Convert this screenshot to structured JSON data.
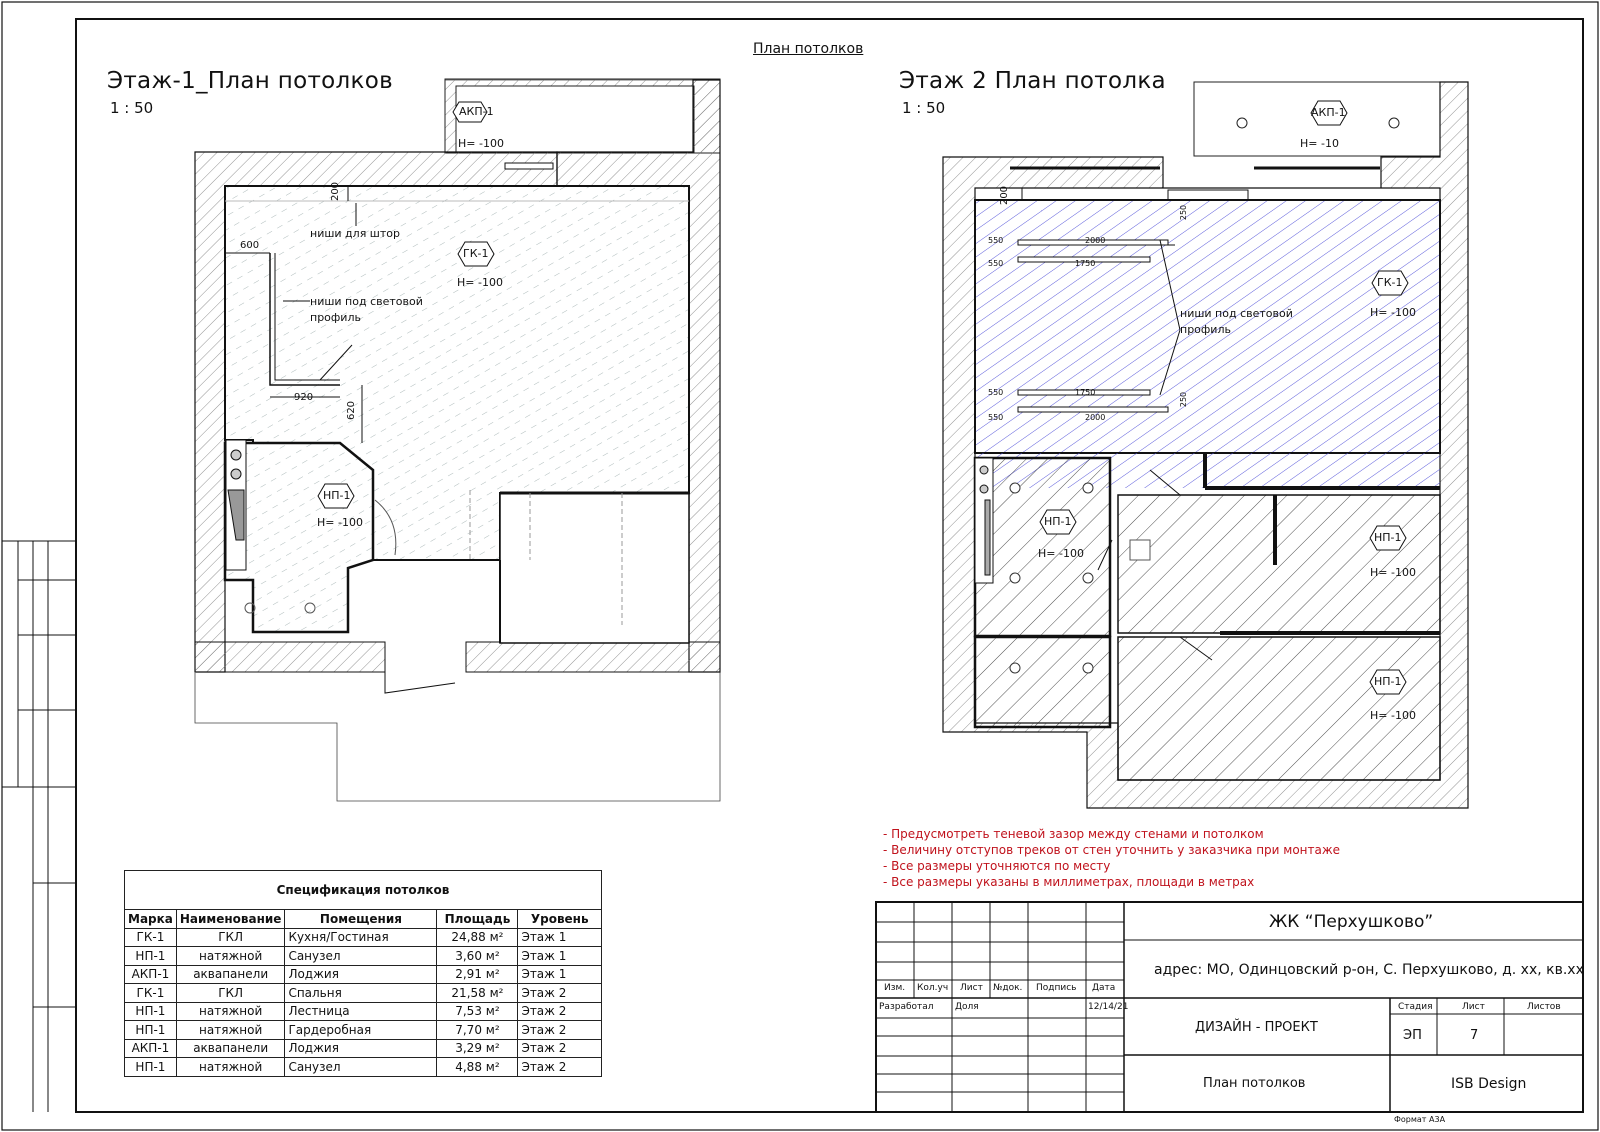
{
  "sheet_heading": "План потолков",
  "plan1": {
    "title": "Этаж-1_План потолков",
    "scale": "1 : 50",
    "labels": [
      {
        "id": "akp1",
        "tag": "АКП-1",
        "level": "Н= -100"
      },
      {
        "id": "gk1",
        "tag": "ГК-1",
        "level": "Н= -100"
      },
      {
        "id": "np1",
        "tag": "НП-1",
        "level": "Н= -100"
      }
    ],
    "annotations": {
      "curtain_niche": "ниши для штор",
      "light_niche_1": "ниши под световой",
      "light_niche_2": "профиль"
    },
    "dims": {
      "d200": "200",
      "d600": "600",
      "d920": "920",
      "d620": "620"
    }
  },
  "plan2": {
    "title": "Этаж 2 План потолка",
    "scale": "1 : 50",
    "labels": [
      {
        "id": "akp1",
        "tag": "АКП-1",
        "level": "Н= -10"
      },
      {
        "id": "gk1",
        "tag": "ГК-1",
        "level": "Н= -100"
      },
      {
        "id": "np1a",
        "tag": "НП-1",
        "level": "Н= -100"
      },
      {
        "id": "np1b",
        "tag": "НП-1",
        "level": "Н= -100"
      },
      {
        "id": "np1c",
        "tag": "НП-1",
        "level": "Н= -100"
      }
    ],
    "annotations": {
      "light_niche_1": "ниши под световой",
      "light_niche_2": "профиль"
    },
    "dims": {
      "d200": "200",
      "d550": "550",
      "d2000": "2000",
      "d1750": "1750",
      "d250": "250"
    }
  },
  "notes": [
    "- Предусмотреть теневой зазор между стенами и потолком",
    "- Величину отступов треков от стен уточнить у заказчика при монтаже",
    "- Все размеры уточняются по месту",
    "- Все размеры указаны в миллиметрах, площади в метрах"
  ],
  "spec_table": {
    "title": "Спецификация потолков",
    "headers": [
      "Марка",
      "Наименование",
      "Помещения",
      "Площадь",
      "Уровень"
    ],
    "rows": [
      [
        "ГК-1",
        "ГКЛ",
        "Кухня/Гостиная",
        "24,88 м²",
        "Этаж 1"
      ],
      [
        "НП-1",
        "натяжной",
        "Санузел",
        "3,60 м²",
        "Этаж 1"
      ],
      [
        "АКП-1",
        "аквапанели",
        "Лоджия",
        "2,91 м²",
        "Этаж 1"
      ],
      [
        "ГК-1",
        "ГКЛ",
        "Спальня",
        "21,58 м²",
        "Этаж 2"
      ],
      [
        "НП-1",
        "натяжной",
        "Лестница",
        "7,53 м²",
        "Этаж 2"
      ],
      [
        "НП-1",
        "натяжной",
        "Гардеробная",
        "7,70 м²",
        "Этаж 2"
      ],
      [
        "АКП-1",
        "аквапанели",
        "Лоджия",
        "3,29 м²",
        "Этаж 2"
      ],
      [
        "НП-1",
        "натяжной",
        "Санузел",
        "4,88 м²",
        "Этаж 2"
      ]
    ]
  },
  "title_block": {
    "project": "ЖК “Перхушково”",
    "address": "адрес: МО, Одинцовский р-он, С. Перхушково, д. хх, кв.хх",
    "cols": [
      "Изм.",
      "Кол.уч",
      "Лист",
      "№док.",
      "Подпись",
      "Дата"
    ],
    "developed_label": "Разработал",
    "developer": "Доля",
    "date": "12/14/21",
    "doc_type": "ДИЗАЙН - ПРОЕКТ",
    "stage_label": "Стадия",
    "sheet_label": "Лист",
    "sheets_label": "Листов",
    "stage": "ЭП",
    "sheet": "7",
    "drawing_name": "План потолков",
    "company": "ISB Design"
  },
  "format": "Формат А3А",
  "colors": {
    "line": "#111111",
    "hatch": "#8a8a8a",
    "blue_hatch": "#3a3ad6",
    "red": "#c0121c"
  }
}
